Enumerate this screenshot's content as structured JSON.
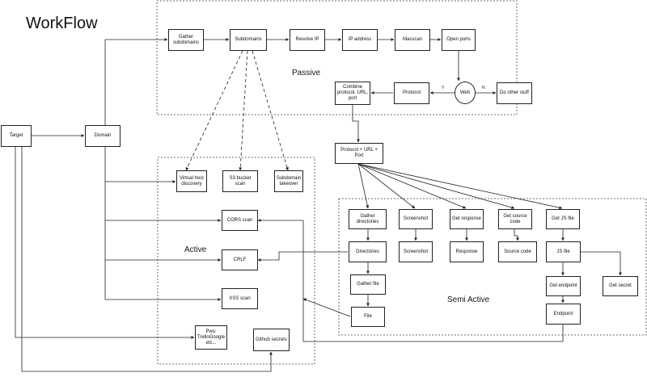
{
  "title": "WorkFlow",
  "regions": {
    "passive": "Passive",
    "active": "Active",
    "semi_active": "Semi Active"
  },
  "nodes": {
    "target": "Target",
    "domain": "Domain",
    "gather_subdomains": "Gather subdomains",
    "subdomains": "Subdomains",
    "resolve_ip": "Resolve IP",
    "ip_address": "IP address",
    "masscan": "Masscan",
    "open_ports": "Open ports",
    "web": "Web",
    "do_other_stuff": "Do other stuff",
    "protocol": "Protocol",
    "combine": "Combine protocol, URL, port",
    "protocol_url_port": "Protocol + URL + Port",
    "vhost_discovery": "Virtual host discovery",
    "s3_bucket_scan": "S3 bucket scan",
    "subdomain_takeover": "Subdomain takeover",
    "cors_scan": "CORS scan",
    "crlf": "CRLF",
    "xss_scan": "XSS scan",
    "pws": "Pws: TrelloGoogle etc...",
    "github_secrets": "Github secrets",
    "gather_directories": "Gather directories",
    "screenshot_task": "Screenshot",
    "get_response": "Get response",
    "get_source_code": "Get source code",
    "get_js_file": "Get JS file",
    "directories": "Directories",
    "screenshot_out": "Screenshot",
    "response": "Response",
    "source_code": "Source code",
    "js_file": "JS file",
    "gather_file": "Gather file",
    "get_endpoint": "Get endpoint",
    "get_secret": "Get secret",
    "file": "File",
    "endpoint": "Endpoint"
  },
  "edge_labels": {
    "yes": "Y",
    "no": "N"
  }
}
